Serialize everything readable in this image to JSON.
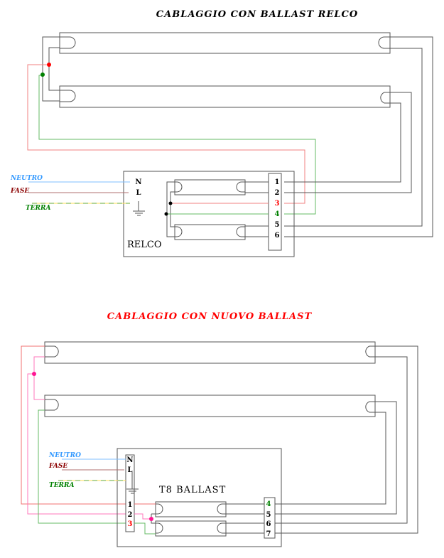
{
  "top": {
    "title": "CABLAGGIO  CON  BALLAST  RELCO",
    "ballast_label": "RELCO",
    "input_terminals": [
      "N",
      "L"
    ],
    "output_terminals": [
      "1",
      "2",
      "3",
      "4",
      "5",
      "6"
    ],
    "wire_labels": {
      "neutro": "NEUTRO",
      "fase": "FASE",
      "terra": "TERRA"
    }
  },
  "bottom": {
    "title": "CABLAGGIO  CON  NUOVO  BALLAST",
    "ballast_label": "T8  BALLAST",
    "input_terminals": [
      "N",
      "L",
      "1",
      "2",
      "3"
    ],
    "output_terminals": [
      "4",
      "5",
      "6",
      "7"
    ],
    "wire_labels": {
      "neutro": "NEUTRO",
      "fase": "FASE",
      "terra": "TERRA"
    }
  },
  "colors": {
    "neutro": "#3399ff",
    "fase": "#8b0000",
    "terra": "#008000",
    "red": "#ff0000",
    "pink": "#ff1493",
    "wire": "#555555"
  }
}
